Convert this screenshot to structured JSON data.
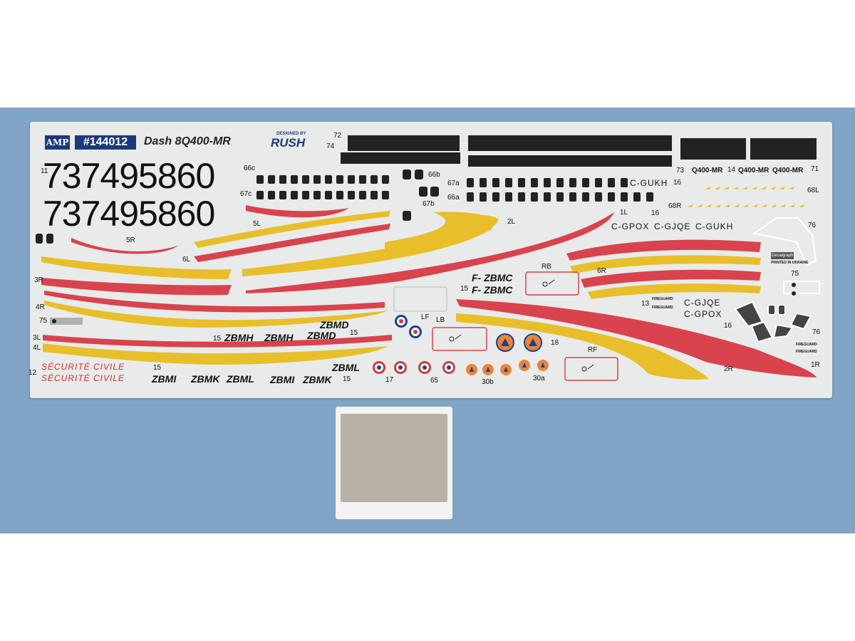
{
  "colors": {
    "backdrop": "#7fa4c6",
    "sheet": "#e8ebea",
    "red_stripe": "#d9434d",
    "yellow_stripe": "#e8bf2b",
    "black": "#222222",
    "brand_blue": "#1b3a7a",
    "roundel_blue": "#1f3f8f",
    "roundel_red": "#d23a3a",
    "orange_badge": "#e8853a",
    "card_grey": "#b7b1a7"
  },
  "header": {
    "brand": "AMP",
    "catalog_number": "#144012",
    "model": "Dash 8Q400-MR",
    "designer_small": "DESIGNED BY",
    "designer": "RUSH",
    "num_72": "72",
    "num_74": "74"
  },
  "serials": {
    "line1": "737495860",
    "line2": "737495860",
    "label_11": "11",
    "label_66c": "66c",
    "label_67c": "67c",
    "label_66b": "66b",
    "label_67a": "67a",
    "label_66a": "66a",
    "label_67b": "67b"
  },
  "upper_right": {
    "label_73": "73",
    "q400_a": "Q400-MR",
    "label_14": "14",
    "q400_b": "Q400-MR",
    "q400_c": "Q400-MR",
    "label_71": "71",
    "cgukh_top": "C-GUKH",
    "label_16a": "16",
    "label_68L": "68L",
    "label_68R": "68R",
    "label_1L": "1L",
    "label_16b": "16",
    "regs_row": [
      "C-GPOX",
      "C-GJQE",
      "C-GUKH"
    ],
    "label_76a": "76",
    "label_2L": "2L",
    "label_6R": "6R",
    "label_75a": "75",
    "label_13": "13",
    "fireguard_a": "FIREGUARD",
    "fireguard_b": "FIREGUARD",
    "cgjqe": "C-GJQE",
    "cgpox": "C-GPOX",
    "label_16c": "16",
    "label_76b": "76",
    "fireguard_c": "FIREGUARD",
    "fireguard_d": "FIREGUARD",
    "label_2R": "2R",
    "label_1R": "1R",
    "printed_in": "PRINTED IN UKRAINE",
    "small_logo": "Decalgraph"
  },
  "left_stripes": {
    "label_5R": "5R",
    "label_5L": "5L",
    "label_6L": "6L",
    "label_3R": "3R",
    "label_4R": "4R",
    "label_75": "75",
    "label_3L": "3L",
    "label_4L": "4L",
    "label_12": "12"
  },
  "center": {
    "label_RB": "RB",
    "fzbmc_a": "F- ZBMC",
    "label_15a": "15",
    "fzbmc_b": "F- ZBMC",
    "label_LF": "LF",
    "label_LB": "LB",
    "label_18": "18",
    "label_RF": "RF",
    "label_17": "17",
    "label_65": "65",
    "label_30b": "30b",
    "label_30a": "30a"
  },
  "lower_regs": {
    "zbmd_a": "ZBMD",
    "label_15b": "15",
    "zbmh_a": "ZBMH",
    "zbmh_b": "ZBMH",
    "zbmd_b": "ZBMD",
    "label_15c": "15",
    "zbml_a": "ZBML",
    "securite_1": "SÉCURITÉ CIVILE",
    "securite_2": "SÉCURITÉ CIVILE",
    "label_15d": "15",
    "zbmi_a": "ZBMI",
    "zbmk_a": "ZBMK",
    "zbml_b": "ZBML",
    "zbmi_b": "ZBMI",
    "zbmk_b": "ZBMK",
    "label_15e": "15"
  }
}
